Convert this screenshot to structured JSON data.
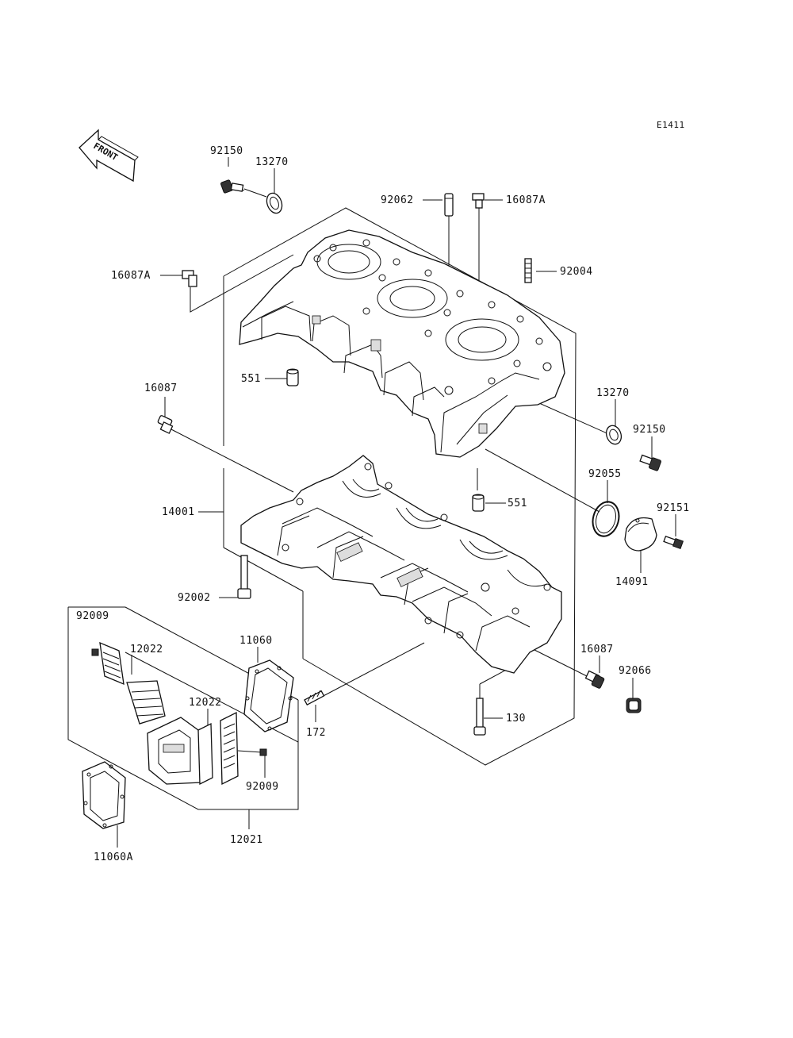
{
  "diagram_code": "E1411",
  "front_label": "FRONT",
  "parts": {
    "p92150_top": "92150",
    "p13270_top": "13270",
    "p92062": "92062",
    "p16087A_top": "16087A",
    "p16087A_left": "16087A",
    "p92004": "92004",
    "p551_top": "551",
    "p16087_left": "16087",
    "p13270_right": "13270",
    "p92150_right": "92150",
    "p92055": "92055",
    "p551_mid": "551",
    "p92151": "92151",
    "p14001": "14001",
    "p14091": "14091",
    "p92002": "92002",
    "p92009_top": "92009",
    "p12022_top": "12022",
    "p11060": "11060",
    "p12022_mid": "12022",
    "p16087_right": "16087",
    "p92066": "92066",
    "p172": "172",
    "p130": "130",
    "p92009_bottom": "92009",
    "p12021": "12021",
    "p11060A": "11060A"
  }
}
